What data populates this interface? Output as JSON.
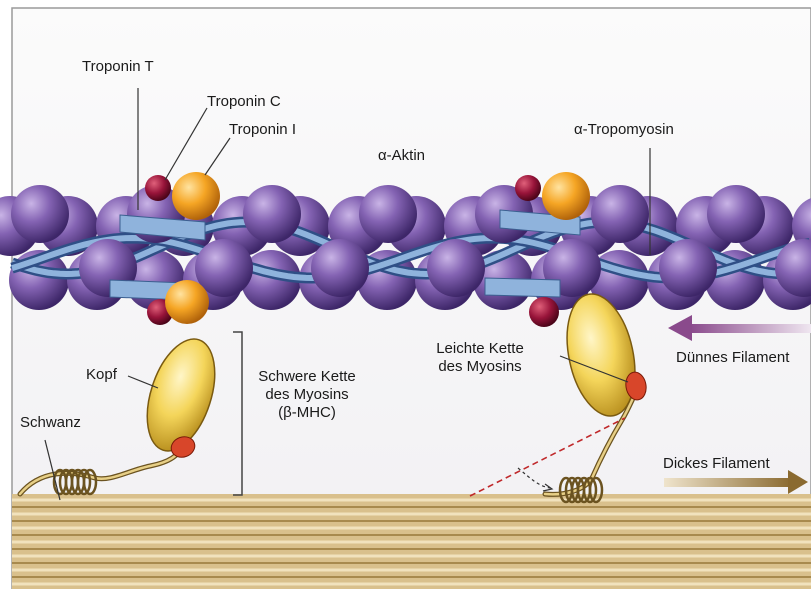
{
  "labels": {
    "troponin_t": "Troponin T",
    "troponin_c": "Troponin C",
    "troponin_i": "Troponin I",
    "alpha_aktin": "α-Aktin",
    "alpha_tropomyosin": "α-Tropomyosin",
    "kopf": "Kopf",
    "schwanz": "Schwanz",
    "schwere_kette_line1": "Schwere Kette",
    "schwere_kette_line2": "des Myosins",
    "schwere_kette_line3": "(β-MHC)",
    "leichte_kette_line1": "Leichte Kette",
    "leichte_kette_line2": "des Myosins",
    "duennes_filament": "Dünnes Filament",
    "dickes_filament": "Dickes Filament"
  },
  "colors": {
    "actin": "#7b5aa6",
    "tropomyosin": "#6f92c4",
    "troponin_c": "#8e1030",
    "troponin_i": "#f2a020",
    "myosin_head": "#f3d35a",
    "light_chain": "#d8462a",
    "thick_filament": "#d9c08c"
  }
}
